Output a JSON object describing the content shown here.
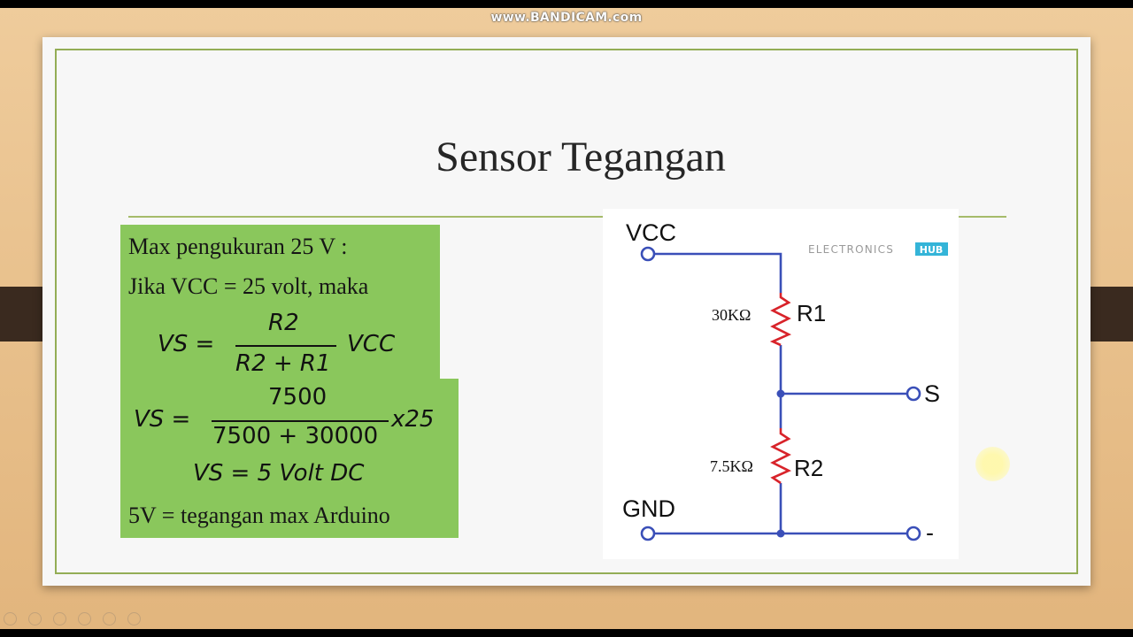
{
  "watermark": "www.BANDICAM.com",
  "slide": {
    "title": "Sensor Tegangan",
    "text_lines": [
      "Max pengukuran 25 V :",
      "Jika VCC = 25 volt, maka",
      "5V = tegangan max Arduino"
    ],
    "eq1": {
      "lhs": "VS =",
      "numerator": "R2",
      "denominator": "R2 + R1",
      "rhs": "VCC"
    },
    "eq2": {
      "lhs": "VS =",
      "numerator": "7500",
      "denominator": "7500 + 30000",
      "rhs": "x25"
    },
    "eq3": "VS = 5 Volt DC"
  },
  "circuit": {
    "vcc_label": "VCC",
    "gnd_label": "GND",
    "s_label": "S",
    "minus_label": "-",
    "r1_label": "R1",
    "r1_value": "30KΩ",
    "r2_label": "R2",
    "r2_value": "7.5KΩ",
    "logo_text": "ELECTRONICS",
    "logo_badge": "HUB",
    "wire_color": "#3a4fb8",
    "resistor_color": "#d8232a"
  },
  "colors": {
    "highlight_green": "#8ac75c",
    "frame_green": "#93ad55"
  }
}
